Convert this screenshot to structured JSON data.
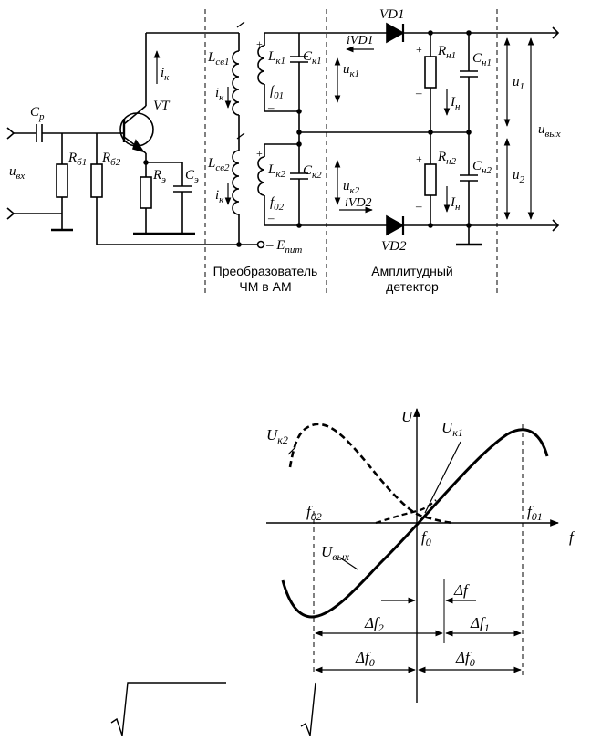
{
  "circuit": {
    "labels": {
      "vd1": "VD1",
      "vd2": "VD2",
      "vt": "VT",
      "cp": "C",
      "cp_sub": "р",
      "rb1": "R",
      "rb1_sub": "б1",
      "rb2": "R",
      "rb2_sub": "б2",
      "re": "R",
      "re_sub": "э",
      "ce": "C",
      "ce_sub": "э",
      "uvx": "u",
      "uvx_sub": "вх",
      "ik": "i",
      "ik_sub": "к",
      "lsv1": "L",
      "lsv1_sub": "св1",
      "lsv2": "L",
      "lsv2_sub": "св2",
      "lk1": "L",
      "lk1_sub": "к1",
      "lk2": "L",
      "lk2_sub": "к2",
      "ck1": "C",
      "ck1_sub": "к1",
      "ck2": "C",
      "ck2_sub": "к2",
      "f01": "f",
      "f01_sub": "01",
      "f02": "f",
      "f02_sub": "02",
      "ivd1": "iVD1",
      "ivd2": "iVD2",
      "uk1": "u",
      "uk1_sub": "к1",
      "uk2": "u",
      "uk2_sub": "к2",
      "rn1": "R",
      "rn1_sub": "н1",
      "rn2": "R",
      "rn2_sub": "н2",
      "cn1": "C",
      "cn1_sub": "н1",
      "cn2": "C",
      "cn2_sub": "н2",
      "in": "I",
      "in_sub": "н",
      "u1": "u",
      "u1_sub": "1",
      "u2": "u",
      "u2_sub": "2",
      "uvyx": "u",
      "uvyx_sub": "вых",
      "epit": "– E",
      "epit_sub": "пит",
      "plus": "+",
      "minus": "–"
    },
    "captions": {
      "converter_line1": "Преобразователь",
      "converter_line2": "ЧМ в АМ",
      "detector_line1": "Амплитудный",
      "detector_line2": "детектор"
    }
  },
  "graph": {
    "y_axis": "U",
    "x_axis": "f",
    "uk1": "U",
    "uk1_sub": "к1",
    "uk2": "U",
    "uk2_sub": "к2",
    "uvyx": "U",
    "uvyx_sub": "вых",
    "f0": "f",
    "f0_sub": "0",
    "f01": "f",
    "f01_sub": "01",
    "f02": "f",
    "f02_sub": "02",
    "df": "Δf",
    "df1": "Δf",
    "df1_sub": "1",
    "df2": "Δf",
    "df2_sub": "2",
    "df0a": "Δf",
    "df0a_sub": "0",
    "df0b": "Δf",
    "df0b_sub": "0"
  }
}
